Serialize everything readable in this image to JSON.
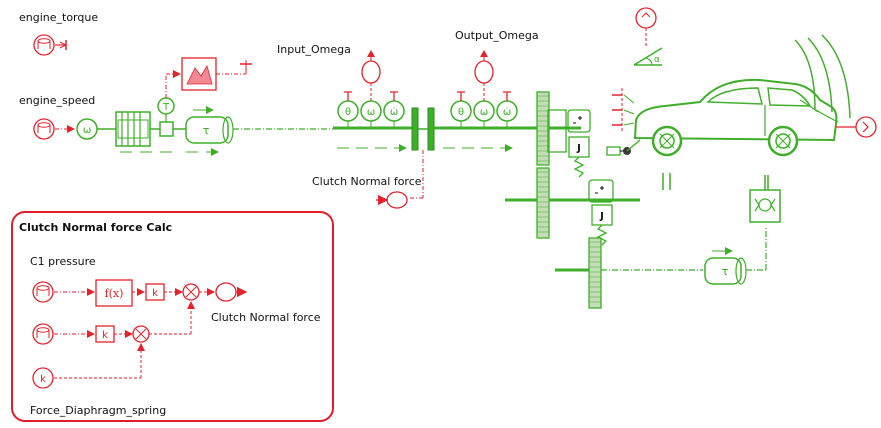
{
  "labels": {
    "engine_torque": "engine_torque",
    "engine_speed": "engine_speed",
    "input_omega": "Input_Omega",
    "output_omega": "Output_Omega",
    "clutch_normal_force": "Clutch Normal force",
    "calc_title": "Clutch Normal force Calc",
    "c1_pressure": "C1 pressure",
    "calc_output": "Clutch Normal force",
    "diaphragm": "Force_Diaphragm_spring"
  },
  "block_glyphs": {
    "speed_omega": "ω",
    "torque_t": "T",
    "inertia_tau": "τ",
    "func": "f(x)",
    "gain": "k",
    "const": "k",
    "sensor_theta": "θ",
    "sensor_omega": "ω",
    "sensor_alpha": "ω̇",
    "gear_j": "J",
    "slope_alpha": "α",
    "axle_tau": "τ"
  },
  "colors": {
    "mechanical": "#3fae2a",
    "signal": "#e2222d",
    "frame": "#e01e2a",
    "text": "#111111"
  }
}
